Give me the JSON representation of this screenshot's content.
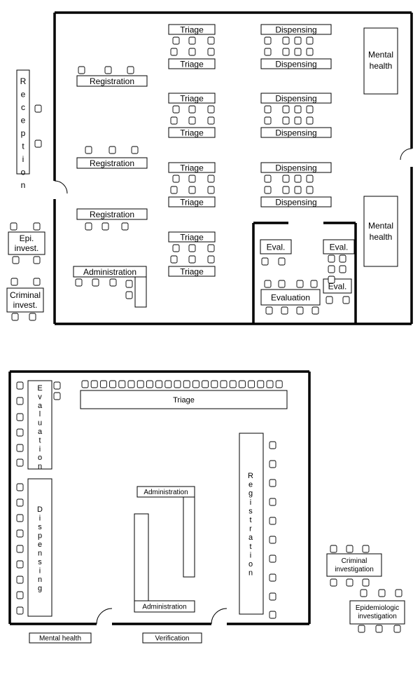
{
  "floor_plan_1": {
    "reception": "Reception",
    "triage": "Triage",
    "dispensing": "Dispensing",
    "mental_health": "Mental health",
    "registration": "Registration",
    "administration": "Administration",
    "epi_invest": [
      "Epi.",
      "invest."
    ],
    "criminal_invest": [
      "Criminal",
      "invest."
    ],
    "eval": "Eval.",
    "evaluation": "Evaluation"
  },
  "floor_plan_2": {
    "triage": "Triage",
    "evaluation": "Evaluation",
    "dispensing": "Dispensing",
    "administration": "Administration",
    "registration": "Registration",
    "criminal_investigation": [
      "Criminal",
      "investigation"
    ],
    "epidemiologic_investigation": [
      "Epidemiologic",
      "investigation"
    ],
    "mental_health": "Mental health",
    "verification": "Verification"
  }
}
